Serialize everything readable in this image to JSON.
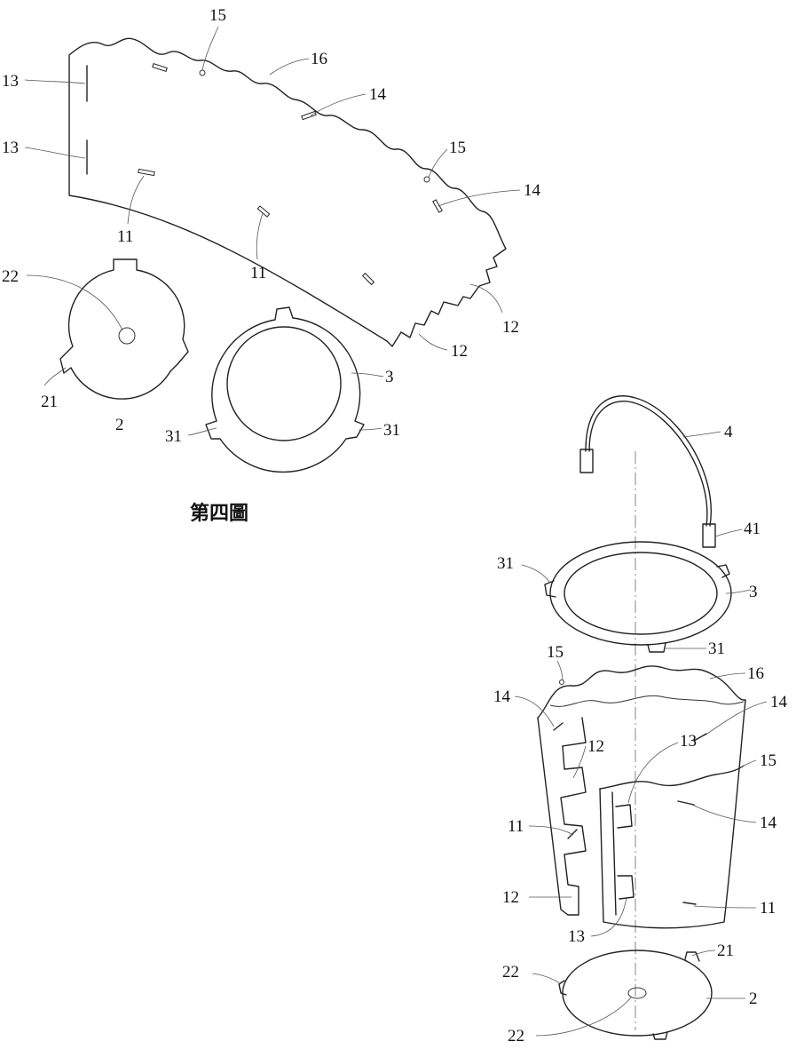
{
  "figure": {
    "caption": "第四圖"
  },
  "flat": {
    "labels": {
      "n15a": "15",
      "n16": "16",
      "n14a": "14",
      "n13a": "13",
      "n13b": "13",
      "n15b": "15",
      "n14b": "14",
      "n11a": "11",
      "n11b": "11",
      "n12a": "12",
      "n12b": "12"
    }
  },
  "parts": {
    "labels": {
      "n22": "22",
      "n21": "21",
      "n2": "2",
      "n3": "3",
      "n31a": "31",
      "n31b": "31"
    }
  },
  "assembly": {
    "labels": {
      "n4": "4",
      "n41": "41",
      "n31a": "31",
      "n3": "3",
      "n31b": "31",
      "n15a": "15",
      "n16": "16",
      "n14a": "14",
      "n14b": "14",
      "n12a": "12",
      "n13a": "13",
      "n15b": "15",
      "n11a": "11",
      "n14c": "14",
      "n12b": "12",
      "n11b": "11",
      "n13b": "13",
      "n21": "21",
      "n22a": "22",
      "n2": "2",
      "n22b": "22"
    }
  }
}
